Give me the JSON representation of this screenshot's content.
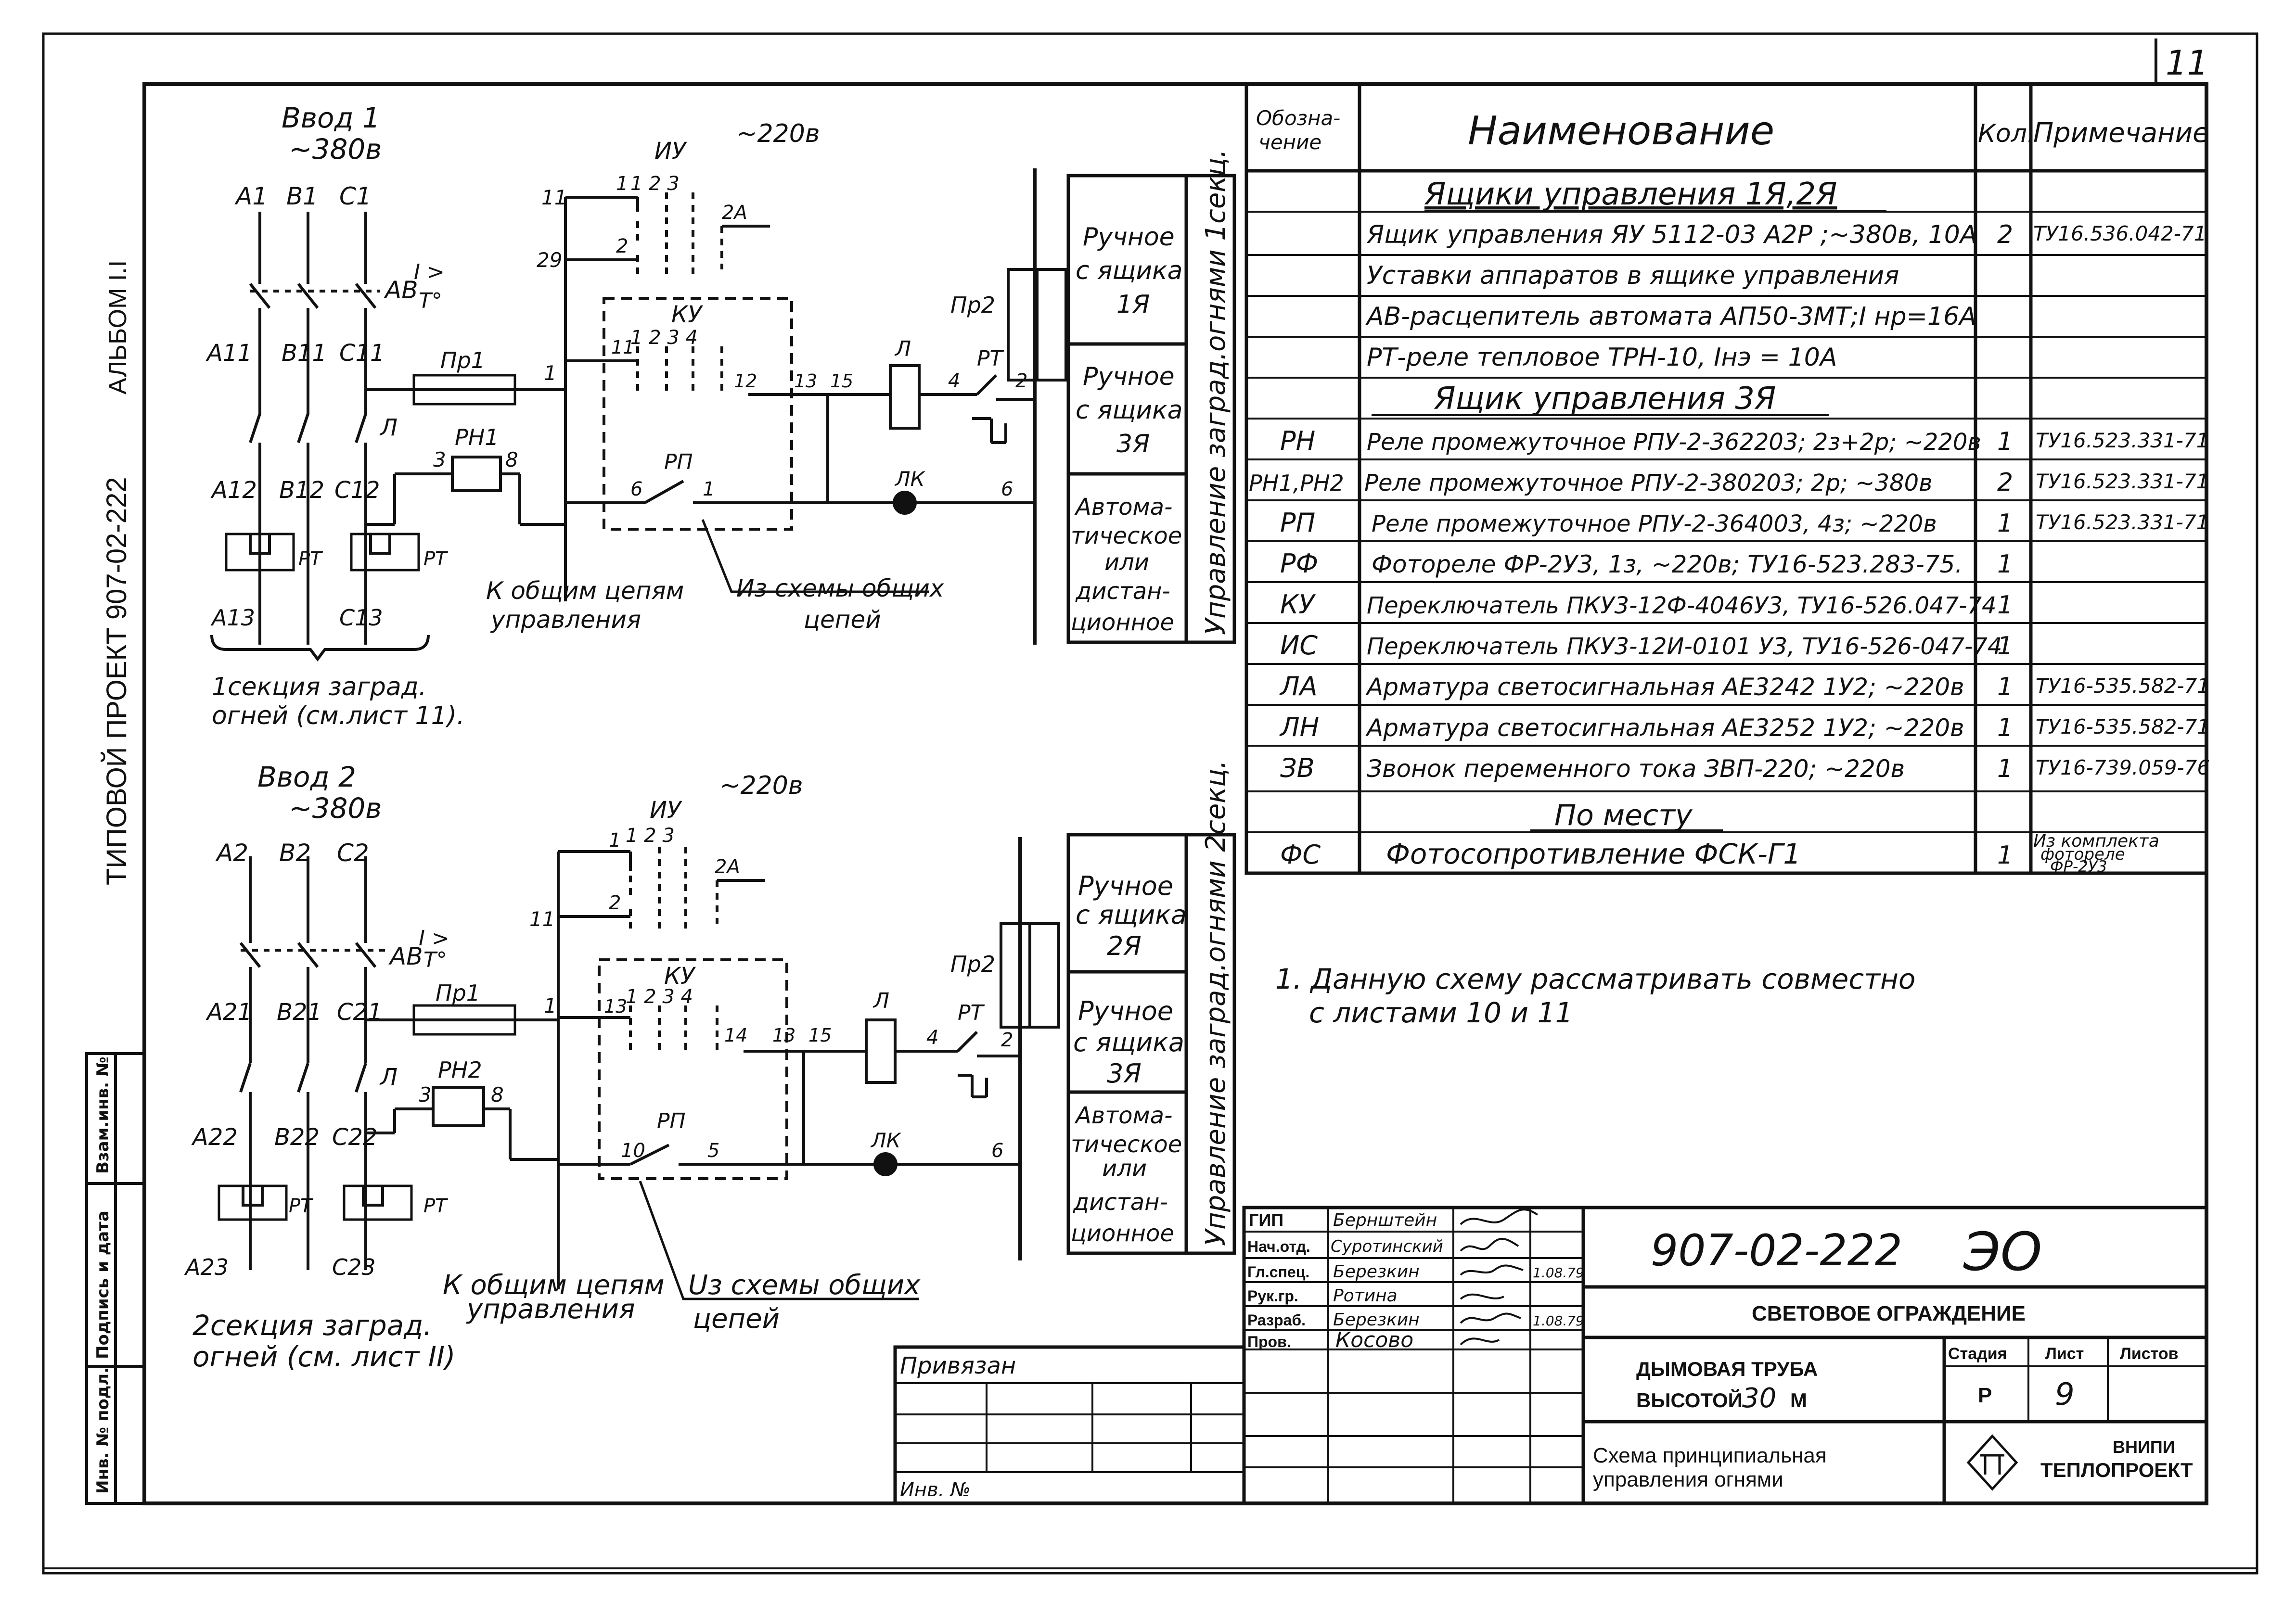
{
  "sheet_number": "11",
  "side": {
    "album": "АЛЬБОМ I.I",
    "project": "ТИПОВОЙ ПРОЕКТ  907-02-222",
    "stamp_col1": "Инв. № подл.",
    "stamp_col2": "Подпись и дата",
    "stamp_col3": "Взам.инв. №"
  },
  "circuit1": {
    "input": "Ввод 1",
    "voltage": "~380в",
    "phases": [
      "A1",
      "B1",
      "C1"
    ],
    "breaker": "АВ",
    "breaker_sub": "I >",
    "breaker_sub2": "T°",
    "row2": [
      "A11",
      "B11",
      "C11"
    ],
    "row3": [
      "A12",
      "B12",
      "C12"
    ],
    "row4": [
      "A13",
      "C13"
    ],
    "lamp_phase": "Л",
    "fuse": "Пр1",
    "relay": "РН1",
    "thermal": "РТ",
    "node1": "1",
    "node3": "3",
    "node8": "8",
    "section": "1секция заград.",
    "section2": "огней (см.лист 11).",
    "ctrl_v": "~220в",
    "iu": "ИУ",
    "ku": "КУ",
    "rp": "РП",
    "iu_contacts": "1 2 3",
    "ku_contacts": "1 2 3 4",
    "n11": "11",
    "n29": "29",
    "n1": "1",
    "n2": "2",
    "n2a": "2А",
    "n11b": "11",
    "n12": "12",
    "n13": "13",
    "n15": "15",
    "n6": "6",
    "n1b": "1",
    "n4": "4",
    "n2b": "2",
    "n6b": "6",
    "lamp": "Л",
    "lk": "ЛК",
    "fuse2": "Пр2",
    "rt": "РТ",
    "to_common": "К общим цепям",
    "to_common2": "управления",
    "from_common": "Из схемы общих",
    "from_common2": "цепей",
    "mode1": [
      "Ручное",
      "с ящика",
      "1Я"
    ],
    "mode2": [
      "Ручное",
      "с ящика",
      "3Я"
    ],
    "mode3": [
      "Автома-",
      "тическое",
      "или",
      "дистан-",
      "ционное"
    ],
    "vertical": "Управление заград.огнями 1секц."
  },
  "circuit2": {
    "input": "Ввод 2",
    "voltage": "~380в",
    "phases": [
      "A2",
      "B2",
      "C2"
    ],
    "breaker": "АВ",
    "breaker_sub": "I >",
    "breaker_sub2": "T°",
    "row2": [
      "A21",
      "B21",
      "C21"
    ],
    "row3": [
      "A22",
      "B22",
      "C22"
    ],
    "row4": [
      "A23",
      "C23"
    ],
    "lamp_phase": "Л",
    "fuse": "Пр1",
    "relay": "РН2",
    "thermal": "РТ",
    "node1": "1",
    "node3": "3",
    "node8": "8",
    "section": "2секция заград.",
    "section2": "огней (см. лист II)",
    "ctrl_v": "~220в",
    "iu": "ИУ",
    "ku": "КУ",
    "rp": "РП",
    "iu_contacts": "1 2 3",
    "ku_contacts": "1 2 3 4",
    "n1": "1",
    "n2": "2",
    "n2a": "2А",
    "n11": "11",
    "n13": "13",
    "n14": "14",
    "n13b": "13",
    "n15": "15",
    "n10": "10",
    "n5": "5",
    "n4": "4",
    "n2b": "2",
    "n6": "6",
    "lamp": "Л",
    "lk": "ЛК",
    "fuse2": "Пр2",
    "rt": "РТ",
    "to_common": "К общим цепям",
    "to_common2": "управления",
    "from_common": "Uз схемы общих",
    "from_common2": "цепей",
    "mode1": [
      "Ручное",
      "с ящика",
      "2Я"
    ],
    "mode2": [
      "Ручное",
      "с ящика",
      "3Я"
    ],
    "mode3": [
      "Автома-",
      "тическое",
      "или",
      "дистан-",
      "ционное"
    ],
    "vertical": "Управление заград.огнями 2секц."
  },
  "table": {
    "headers": [
      "Обозна-",
      "чение",
      "Наименование",
      "Кол.",
      "Примечание"
    ],
    "section1": "Ящики управления 1Я,2Я",
    "section2": "Ящик управления 3Я",
    "section3": "По месту",
    "rows_a": [
      {
        "code": "",
        "name": "Ящик управления  ЯУ 5112-03 А2Р ;~380в, 10А",
        "qty": "2",
        "note": "ТУ16.536.042-71"
      },
      {
        "code": "",
        "name": "Уставки аппаратов в ящике управления",
        "qty": "",
        "note": ""
      },
      {
        "code": "",
        "name": "АВ-расцепитель автомата АП50-3МТ;I нр=16А",
        "qty": "",
        "note": ""
      },
      {
        "code": "",
        "name": "РТ-реле тепловое ТРН-10,  Iнэ = 10А",
        "qty": "",
        "note": ""
      }
    ],
    "rows_b": [
      {
        "code": "РН",
        "name": "Реле промежуточное РПУ-2-362203; 2з+2р; ~220в",
        "qty": "1",
        "note": "ТУ16.523.331-71"
      },
      {
        "code": "РН1,РН2",
        "name": "Реле промежуточное РПУ-2-380203;  2р; ~380в",
        "qty": "2",
        "note": "ТУ16.523.331-71"
      },
      {
        "code": "РП",
        "name": "Реле  промежуточное РПУ-2-364003, 4з; ~220в",
        "qty": "1",
        "note": "ТУ16.523.331-71"
      },
      {
        "code": "РФ",
        "name": "Фотореле  ФР-2У3,  1з, ~220в; ТУ16-523.283-75.",
        "qty": "1",
        "note": ""
      },
      {
        "code": "КУ",
        "name": "Переключатель ПКУ3-12Ф-4046У3, ТУ16-526.047-74",
        "qty": "1",
        "note": ""
      },
      {
        "code": "ИС",
        "name": "Переключатель ПКУ3-12И-0101 У3, ТУ16-526-047-74",
        "qty": "1",
        "note": ""
      },
      {
        "code": "ЛА",
        "name": "Арматура светосигнальная АЕ3242 1У2; ~220в",
        "qty": "1",
        "note": "ТУ16-535.582-71"
      },
      {
        "code": "ЛН",
        "name": "Арматура светосигнальная АЕ3252 1У2; ~220в",
        "qty": "1",
        "note": "ТУ16-535.582-71"
      },
      {
        "code": "ЗВ",
        "name": "Звонок переменного тока ЗВП-220; ~220в",
        "qty": "1",
        "note": "ТУ16-739.059-76"
      }
    ],
    "rows_c": [
      {
        "code": "ФС",
        "name": "Фотосопротивление  ФСК-Г1",
        "qty": "1",
        "note1": "Из комплекта",
        "note2": "фотореле",
        "note3": "ФР-2У3"
      }
    ]
  },
  "note": {
    "line1": "1.  Данную схему рассматривать совместно",
    "line2": "с листами 10 и 11"
  },
  "title_block": {
    "privyazan": "Привязан",
    "inv": "Инв. №",
    "roles": [
      "ГИП",
      "Нач.отд.",
      "Гл.спец.",
      "Рук.гр.",
      "Разраб.",
      "Пров."
    ],
    "names": [
      "Бернштейн",
      "Суротинский",
      "Березкин",
      "Ротина",
      "Березкин",
      "Косово"
    ],
    "dates": [
      "",
      "",
      "1.08.79",
      "",
      "1.08.79",
      ""
    ],
    "code": "907-02-222",
    "mark": "ЭО",
    "subject": "СВЕТОВОЕ ОГРАЖДЕНИЕ",
    "object1": "ДЫМОВАЯ ТРУБА",
    "object2_prefix": "ВЫСОТОЙ",
    "height": "30",
    "unit": "М",
    "stage_label": "Стадия",
    "sheet_label": "Лист",
    "sheets_label": "Листов",
    "stage": "Р",
    "sheet": "9",
    "sheets": "",
    "drawing1": "Схема принципиальная",
    "drawing2": "управления огнями",
    "org1": "ВНИПИ",
    "org2": "ТЕПЛОПРОЕКТ"
  }
}
